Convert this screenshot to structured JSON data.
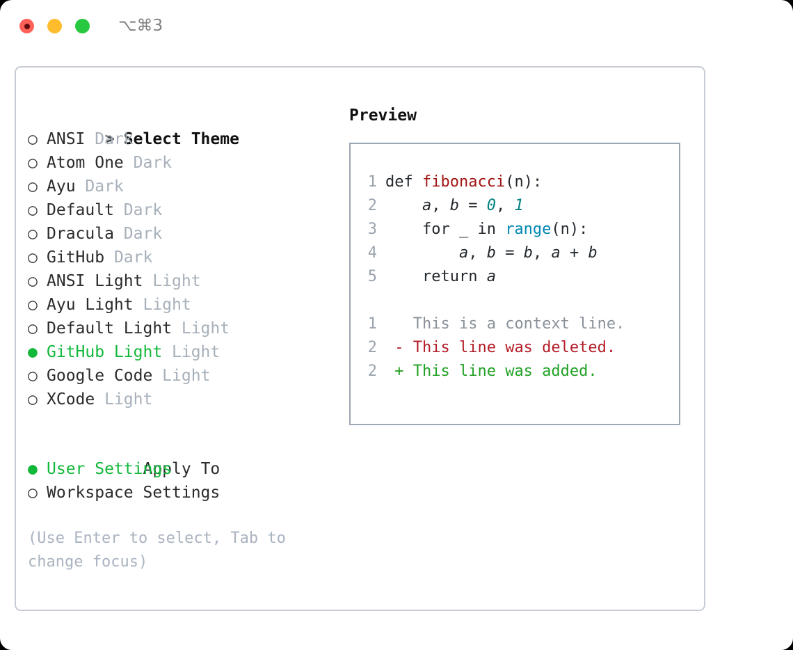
{
  "titlebar": {
    "shortcut": "⌥⌘3",
    "buttons": [
      {
        "name": "close",
        "color": "#ff6159"
      },
      {
        "name": "minimize",
        "color": "#ffbd2e"
      },
      {
        "name": "zoom",
        "color": "#28c840"
      }
    ]
  },
  "theme_selector": {
    "header_marker": ">",
    "header_label": "Select Theme",
    "marker_selected": "●",
    "marker_unselected": "○",
    "items": [
      {
        "marker": "○",
        "label": "ANSI",
        "suffix": "Dark",
        "selected": false
      },
      {
        "marker": "○",
        "label": "Atom One",
        "suffix": "Dark",
        "selected": false
      },
      {
        "marker": "○",
        "label": "Ayu",
        "suffix": "Dark",
        "selected": false
      },
      {
        "marker": "○",
        "label": "Default",
        "suffix": "Dark",
        "selected": false
      },
      {
        "marker": "○",
        "label": "Dracula",
        "suffix": "Dark",
        "selected": false
      },
      {
        "marker": "○",
        "label": "GitHub",
        "suffix": "Dark",
        "selected": false
      },
      {
        "marker": "○",
        "label": "ANSI Light",
        "suffix": "Light",
        "selected": false
      },
      {
        "marker": "○",
        "label": "Ayu Light",
        "suffix": "Light",
        "selected": false
      },
      {
        "marker": "○",
        "label": "Default Light",
        "suffix": "Light",
        "selected": false
      },
      {
        "marker": "●",
        "label": "GitHub Light",
        "suffix": "Light",
        "selected": true
      },
      {
        "marker": "○",
        "label": "Google Code",
        "suffix": "Light",
        "selected": false
      },
      {
        "marker": "○",
        "label": "XCode",
        "suffix": "Light",
        "selected": false
      }
    ]
  },
  "apply_to": {
    "heading": "Apply To",
    "items": [
      {
        "marker": "●",
        "label": "User Settings",
        "selected": true
      },
      {
        "marker": "○",
        "label": "Workspace Settings",
        "selected": false
      }
    ]
  },
  "hint": "(Use Enter to select, Tab to change focus)",
  "preview": {
    "title": "Preview",
    "code_lines": [
      {
        "num": "1",
        "tokens": [
          {
            "t": "def ",
            "c": "plain"
          },
          {
            "t": "fibonacci",
            "c": "fn"
          },
          {
            "t": "(n):",
            "c": "plain"
          }
        ]
      },
      {
        "num": "2",
        "tokens": [
          {
            "t": "    ",
            "c": "plain"
          },
          {
            "t": "a",
            "c": "var"
          },
          {
            "t": ", ",
            "c": "plain"
          },
          {
            "t": "b",
            "c": "var"
          },
          {
            "t": " = ",
            "c": "plain"
          },
          {
            "t": "0",
            "c": "num"
          },
          {
            "t": ", ",
            "c": "plain"
          },
          {
            "t": "1",
            "c": "num"
          }
        ]
      },
      {
        "num": "3",
        "tokens": [
          {
            "t": "    for _ in ",
            "c": "plain"
          },
          {
            "t": "range",
            "c": "built"
          },
          {
            "t": "(n):",
            "c": "plain"
          }
        ]
      },
      {
        "num": "4",
        "tokens": [
          {
            "t": "        ",
            "c": "plain"
          },
          {
            "t": "a",
            "c": "var"
          },
          {
            "t": ", ",
            "c": "plain"
          },
          {
            "t": "b",
            "c": "var"
          },
          {
            "t": " = ",
            "c": "plain"
          },
          {
            "t": "b",
            "c": "var"
          },
          {
            "t": ", ",
            "c": "plain"
          },
          {
            "t": "a",
            "c": "var"
          },
          {
            "t": " + ",
            "c": "plain"
          },
          {
            "t": "b",
            "c": "var"
          }
        ]
      },
      {
        "num": "5",
        "tokens": [
          {
            "t": "    return ",
            "c": "plain"
          },
          {
            "t": "a",
            "c": "var"
          }
        ]
      }
    ],
    "diff_lines": [
      {
        "num": "1",
        "sign": " ",
        "text": " This is a context line.",
        "kind": "ctx"
      },
      {
        "num": "2",
        "sign": "-",
        "text": " This line was deleted.",
        "kind": "del"
      },
      {
        "num": "2",
        "sign": "+",
        "text": " This line was added.",
        "kind": "add"
      }
    ]
  },
  "colors": {
    "accent_green": "#12b83a",
    "muted": "#a7b0ba",
    "hint": "#aab3c0",
    "panel_border": "#9aa7b4",
    "card_border": "#c7ccd4",
    "fn_red": "#a31515",
    "num_teal": "#008080",
    "builtin_blue": "#0086b3",
    "diff_del": "#b31d28",
    "diff_add": "#22a125"
  }
}
